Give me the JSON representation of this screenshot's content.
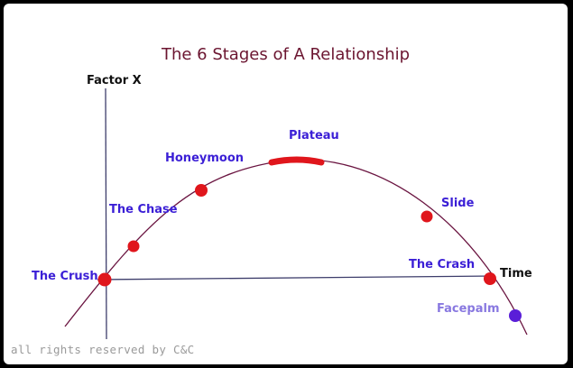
{
  "title": "The 6 Stages of A Relationship",
  "axes": {
    "y_label": "Factor X",
    "x_label": "Time"
  },
  "stages": [
    {
      "label": "The Crush"
    },
    {
      "label": "The Chase"
    },
    {
      "label": "Honeymoon"
    },
    {
      "label": "Plateau"
    },
    {
      "label": "Slide"
    },
    {
      "label": "The Crash"
    },
    {
      "label": "Facepalm"
    }
  ],
  "footer": "all rights reserved by C&C",
  "colors": {
    "frame": "#000000",
    "background": "#ffffff",
    "title": "#6b1530",
    "stage_label": "#3b1fd6",
    "facepalm_label": "#8878e0",
    "axis": "#3d3d6b",
    "curve": "#6a1440",
    "point": "#e0161c",
    "facepalm_point": "#5a1ed8",
    "footer": "#9a9a9a"
  }
}
